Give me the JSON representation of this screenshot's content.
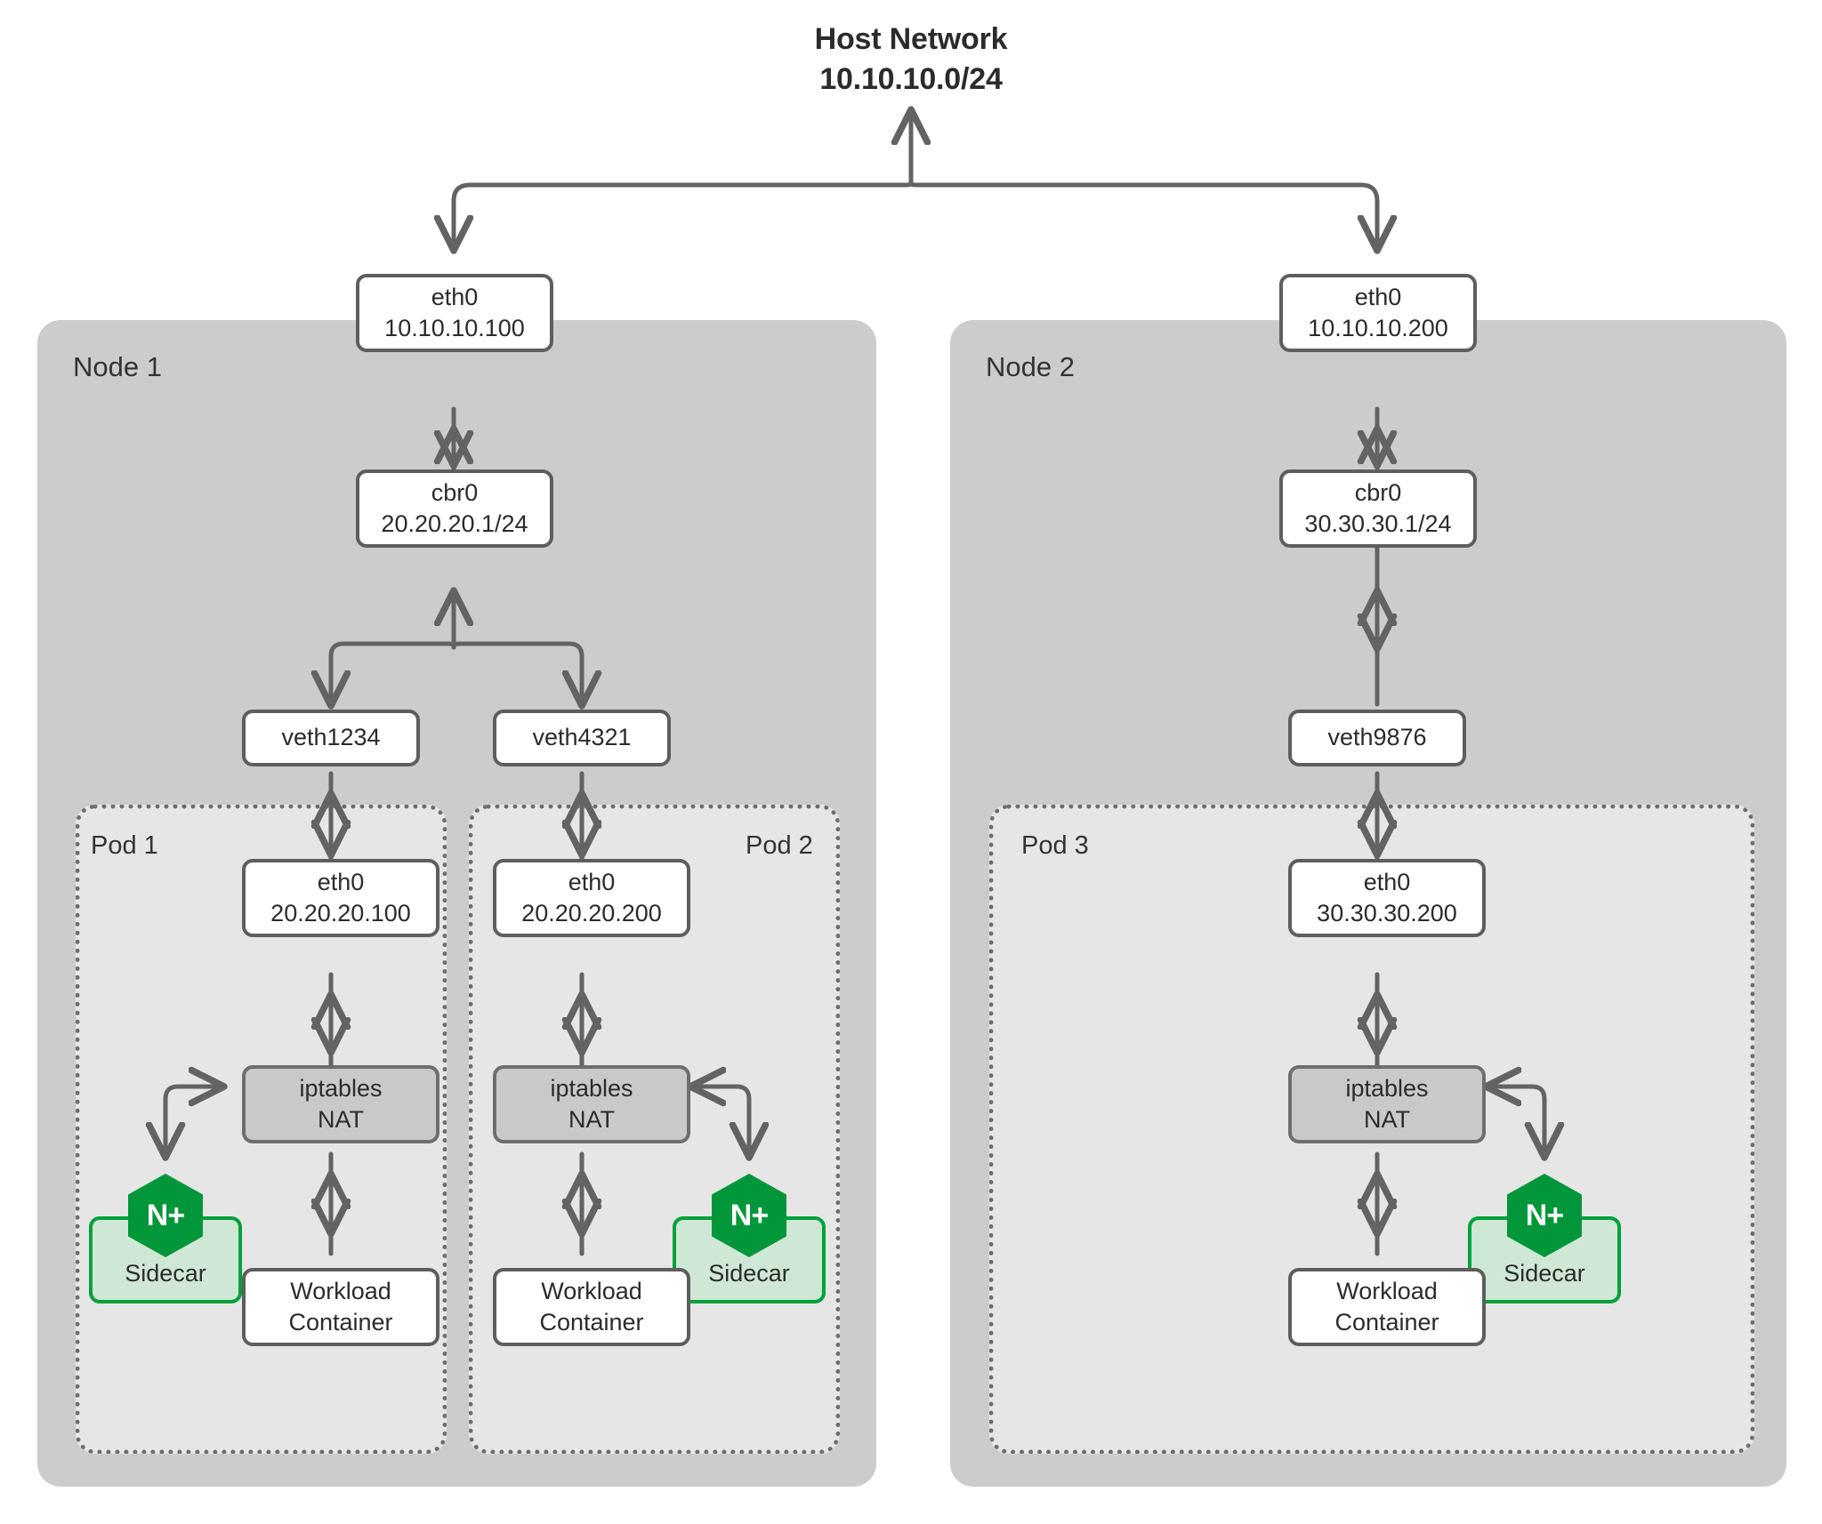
{
  "diagram": {
    "title_line1": "Host Network",
    "title_line2": "10.10.10.0/24"
  },
  "nodes": [
    {
      "label": "Node 1",
      "eth0_name": "eth0",
      "eth0_ip": "10.10.10.100",
      "bridge_name": "cbr0",
      "bridge_ip": "20.20.20.1/24",
      "veths": [
        "veth1234",
        "veth4321"
      ],
      "pods": [
        {
          "label": "Pod 1",
          "eth0_name": "eth0",
          "eth0_ip": "20.20.20.100",
          "nat_line1": "iptables",
          "nat_line2": "NAT",
          "sidecar_label": "Sidecar",
          "sidecar_badge": "N+",
          "workload_line1": "Workload",
          "workload_line2": "Container"
        },
        {
          "label": "Pod 2",
          "eth0_name": "eth0",
          "eth0_ip": "20.20.20.200",
          "nat_line1": "iptables",
          "nat_line2": "NAT",
          "sidecar_label": "Sidecar",
          "sidecar_badge": "N+",
          "workload_line1": "Workload",
          "workload_line2": "Container"
        }
      ]
    },
    {
      "label": "Node 2",
      "eth0_name": "eth0",
      "eth0_ip": "10.10.10.200",
      "bridge_name": "cbr0",
      "bridge_ip": "30.30.30.1/24",
      "veths": [
        "veth9876"
      ],
      "pods": [
        {
          "label": "Pod 3",
          "eth0_name": "eth0",
          "eth0_ip": "30.30.30.200",
          "nat_line1": "iptables",
          "nat_line2": "NAT",
          "sidecar_label": "Sidecar",
          "sidecar_badge": "N+",
          "workload_line1": "Workload",
          "workload_line2": "Container"
        }
      ]
    }
  ],
  "colors": {
    "node_panel": "#cccccc",
    "pod_panel": "#e6e6e6",
    "box_border": "#5e5e5e",
    "nat_fill": "#c9c9c9",
    "sidecar_fill": "#cfe8d5",
    "sidecar_border": "#00a13a",
    "nginx_green": "#009639",
    "arrow": "#636363",
    "text": "#2b2b2b",
    "background": "#ffffff"
  }
}
